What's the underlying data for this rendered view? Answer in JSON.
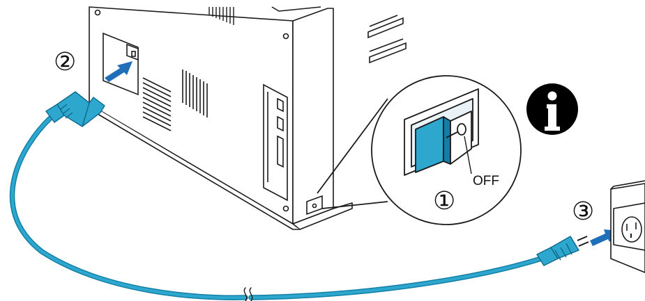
{
  "callouts": {
    "step_switch": "①",
    "step_inlet": "②",
    "step_outlet": "③",
    "switch_state": "OFF"
  },
  "colors": {
    "cable": "#2ea7cf",
    "cable_dark": "#137fa6",
    "arrow": "#1f6fb8",
    "outline": "#1a1a1a",
    "info_badge": "#000000"
  },
  "icons": [
    "info-icon",
    "power-switch-icon",
    "power-plug-icon",
    "wall-outlet-icon",
    "printer-icon"
  ]
}
